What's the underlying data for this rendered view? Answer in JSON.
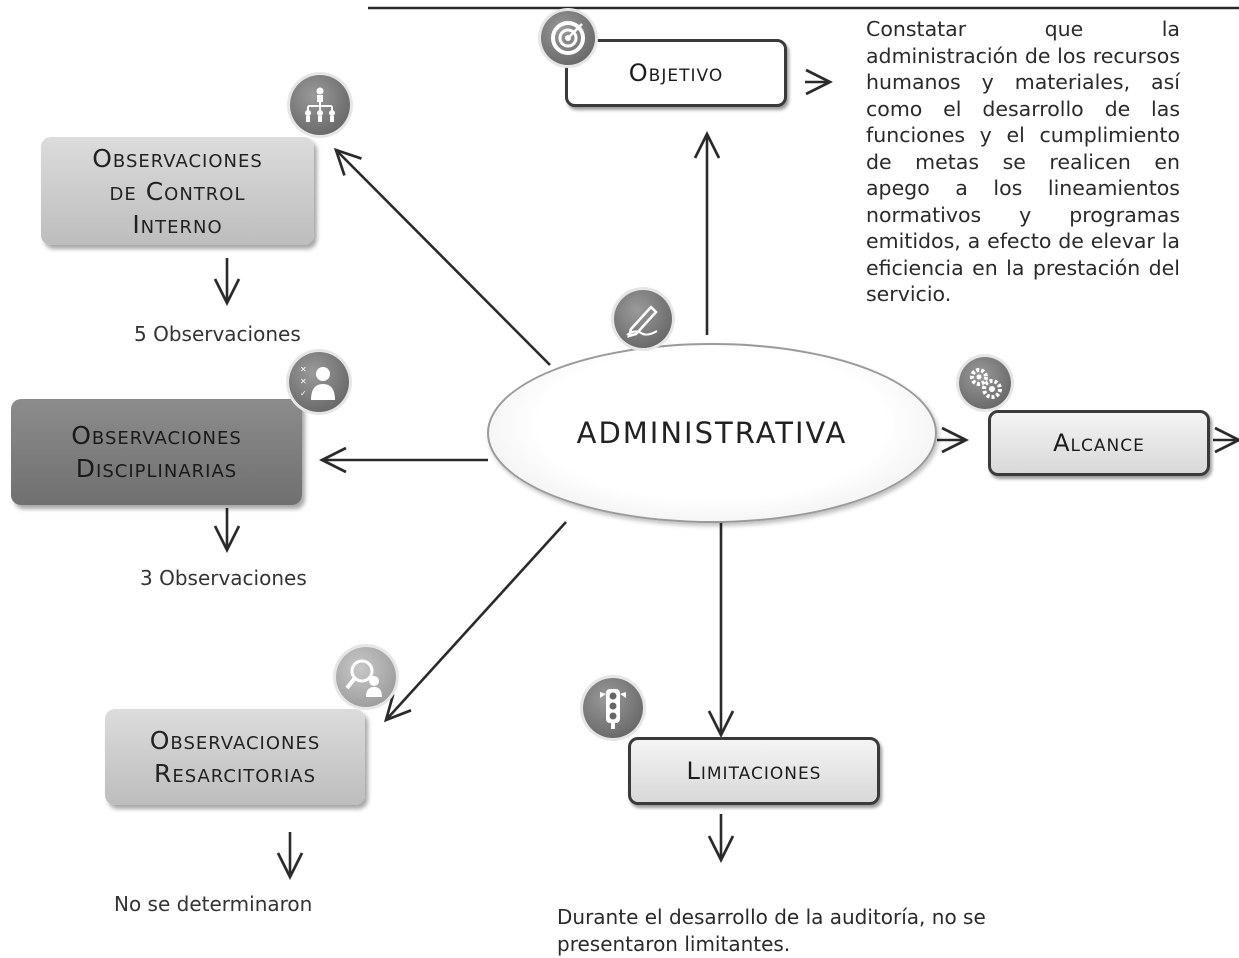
{
  "center": {
    "label": "ADMINISTRATIVA"
  },
  "objetivo": {
    "label": "Objetivo",
    "description": "Constatar que la administración de los recursos humanos y materiales, así como el desarrollo de las funciones y el cumplimiento de metas se realicen en apego a los lineamientos normativos y programas emitidos, a efecto de elevar la eficiencia en la prestación del servicio."
  },
  "alcance": {
    "label": "Alcance"
  },
  "limitaciones": {
    "label": "Limitaciones",
    "description": "Durante el desarrollo de la auditoría, no se presentaron limitantes."
  },
  "control_interno": {
    "label_line1": "Observaciones",
    "label_line2": "de Control",
    "label_line3": "Interno",
    "result": "5 Observaciones"
  },
  "disciplinarias": {
    "label_line1": "Observaciones",
    "label_line2": "Disciplinarias",
    "result": "3 Observaciones"
  },
  "resarcitorias": {
    "label_line1": "Observaciones",
    "label_line2": "Resarcitorias",
    "result": "No se determinaron"
  },
  "icons": {
    "objetivo": "target-icon",
    "control_interno": "org-chart-icon",
    "disciplinarias": "person-checklist-icon",
    "resarcitorias": "magnifier-person-icon",
    "center": "pen-writing-icon",
    "alcance": "gears-icon",
    "limitaciones": "traffic-light-icon"
  }
}
